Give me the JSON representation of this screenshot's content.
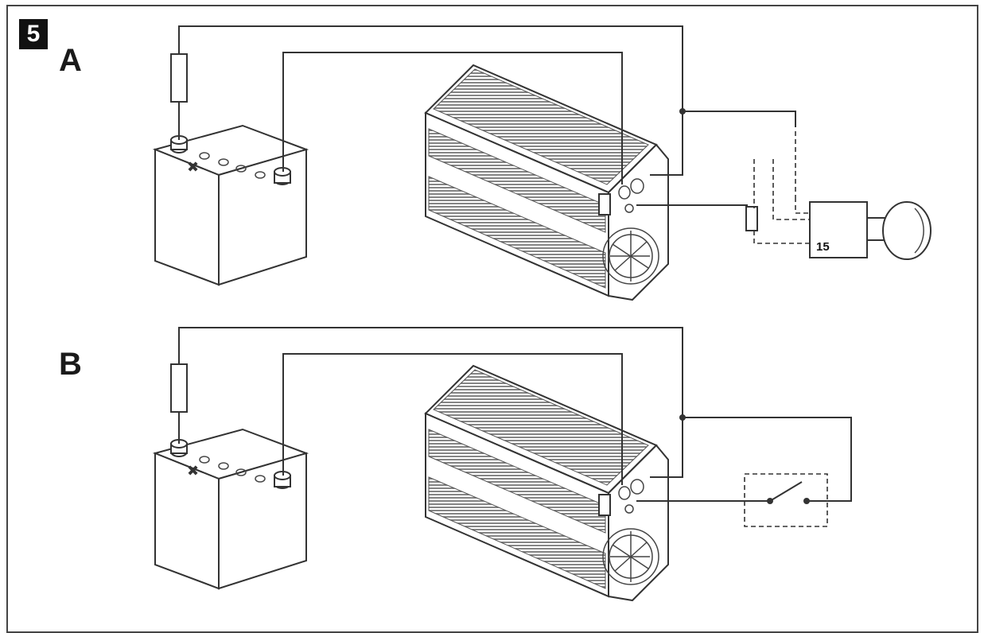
{
  "figure": {
    "number": "5"
  },
  "panels": [
    {
      "label": "A",
      "ignition_terminal": "15"
    },
    {
      "label": "B"
    }
  ],
  "colors": {
    "line": "#333333",
    "background": "#ffffff",
    "label_box": "#111111"
  }
}
